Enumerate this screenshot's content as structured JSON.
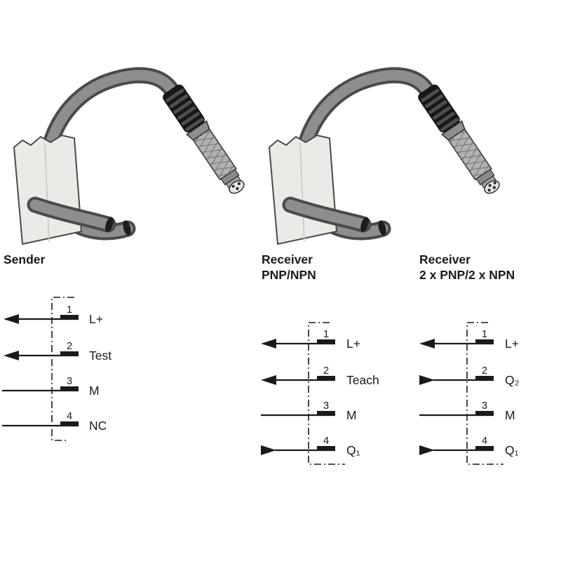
{
  "colors": {
    "background": "#ffffff",
    "line": "#1a1a1a",
    "cable_outline": "#4a4a4a",
    "cable_fill": "#8e8e8c",
    "device_box_fill": "#ebeae6"
  },
  "illustrations": [
    {
      "name": "sender-sensor-cable-illustration",
      "connector_pin_dots": 3
    },
    {
      "name": "receiver-sensor-cable-illustration",
      "connector_pin_dots": 4
    }
  ],
  "diagrams": [
    {
      "title_lines": [
        "Sender"
      ],
      "pins": [
        {
          "num": "1",
          "label": "L+",
          "arrow": "in"
        },
        {
          "num": "2",
          "label": "Test",
          "arrow": "in"
        },
        {
          "num": "3",
          "label": "M",
          "arrow": "none"
        },
        {
          "num": "4",
          "label": "NC",
          "arrow": "none"
        }
      ]
    },
    {
      "title_lines": [
        "Receiver",
        "PNP/NPN"
      ],
      "pins": [
        {
          "num": "1",
          "label": "L+",
          "arrow": "in"
        },
        {
          "num": "2",
          "label": "Teach",
          "arrow": "in"
        },
        {
          "num": "3",
          "label": "M",
          "arrow": "none"
        },
        {
          "num": "4",
          "label": "Q₁",
          "arrow": "out"
        }
      ]
    },
    {
      "title_lines": [
        "Receiver",
        "2 x PNP/2 x NPN"
      ],
      "pins": [
        {
          "num": "1",
          "label": "L+",
          "arrow": "in"
        },
        {
          "num": "2",
          "label": "Q₂",
          "arrow": "out"
        },
        {
          "num": "3",
          "label": "M",
          "arrow": "none"
        },
        {
          "num": "4",
          "label": "Q₁",
          "arrow": "out"
        }
      ]
    }
  ]
}
